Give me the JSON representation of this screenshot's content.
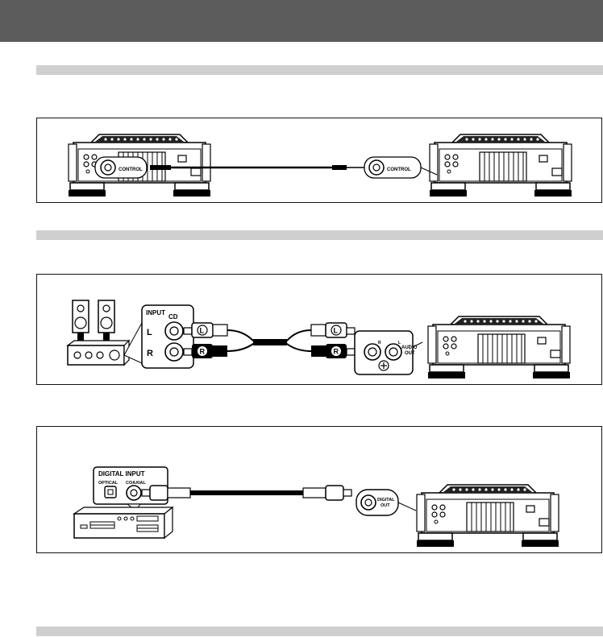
{
  "fig1": {
    "control_left": "CONTROL",
    "control_right": "CONTROL"
  },
  "fig2": {
    "input_label": "INPUT",
    "cd_label": "CD",
    "l_label": "L",
    "r_label": "R",
    "plug_l": "L",
    "plug_r": "R",
    "jack_r": "R",
    "jack_l": "L",
    "audio_out_1": "AUDIO",
    "audio_out_2": "OUT"
  },
  "fig3": {
    "digital_input": "DIGITAL INPUT",
    "optical": "OPTICAL",
    "coaxial": "COAXIAL",
    "digital_out_1": "DIGITAL",
    "digital_out_2": "OUT"
  },
  "colors": {
    "banner": "#5c5c5c",
    "section_bar": "#cfcfcf"
  }
}
